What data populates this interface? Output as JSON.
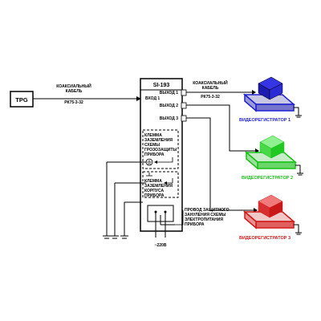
{
  "source": {
    "label": "TPG"
  },
  "device": {
    "title": "SI-193",
    "input_label": "ВХОД 1",
    "outputs": [
      "ВЫХОД 1",
      "ВЫХОД 2",
      "ВЫХОД 3"
    ],
    "ground_terminal_1": [
      "КЛЕММА",
      "ЗАЗЕМЛЕНИЯ",
      "СХЕМЫ",
      "ГРОЗОЗАЩИТЫ",
      "ПРИБОРА"
    ],
    "ground_terminal_2": [
      "КЛЕММА",
      "ЗАЗЕМЛЕНИЯ",
      "КОРПУСА",
      "ПРИБОРА"
    ]
  },
  "cable_in": {
    "lines": [
      "КОАКСИАЛЬНЫЙ",
      "КАБЕЛЬ"
    ],
    "spec": "РК75-3-32"
  },
  "cable_out": {
    "lines": [
      "КОАКСИАЛЬНЫЙ",
      "КАБЕЛЬ"
    ],
    "spec": "РК75-3-32"
  },
  "power": {
    "label": "~220В",
    "wire_note": [
      "ПРОВОД ЗАЩИТНОГО",
      "ЗАНУЛЕНИЯ СХЕМЫ",
      "ЭЛЕКТРОПИТАНИЯ",
      "ПРИБОРА"
    ]
  },
  "recorders": [
    {
      "label": "ВИДЕОРЕГИСТРАТОР 1",
      "color": "#1f1fd0"
    },
    {
      "label": "ВИДЕОРЕГИСТРАТОР 2",
      "color": "#18c018"
    },
    {
      "label": "ВИДЕОРЕГИСТРАТОР 3",
      "color": "#d01818"
    }
  ]
}
